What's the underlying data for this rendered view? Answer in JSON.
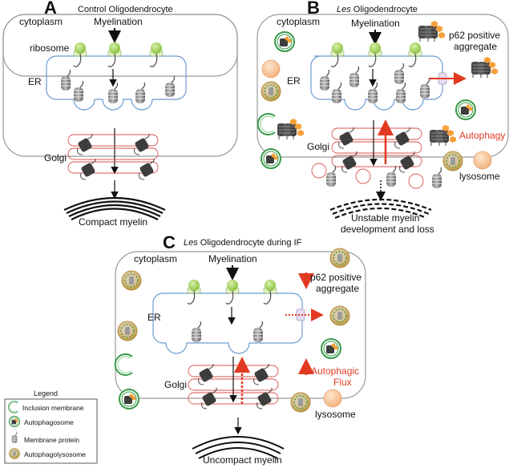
{
  "panels": {
    "A": {
      "letter": "A",
      "title": "Control Oligodendrocyte",
      "cytoplasm": "cytoplasm",
      "myelination": "Myelination",
      "ribosome": "ribosome",
      "er": "ER",
      "golgi": "Golgi",
      "myelin": "Compact myelin"
    },
    "B": {
      "letter": "B",
      "title_italic": "Les",
      "title_rest": " Oligodendrocyte",
      "cytoplasm": "cytoplasm",
      "myelination": "Myelination",
      "er": "ER",
      "golgi": "Golgi",
      "p62_line1": "p62 positive",
      "p62_line2": "aggregate",
      "autophagy": "Autophagy",
      "lysosome": "lysosome",
      "myelin_line1": "Unstable myelin",
      "myelin_line2": "development and loss"
    },
    "C": {
      "letter": "C",
      "title_italic": "Les",
      "title_rest": " Oligodendrocyte during IF",
      "cytoplasm": "cytoplasm",
      "myelination": "Myelination",
      "er": "ER",
      "golgi": "Golgi",
      "p62_line1": "p62 positive",
      "p62_line2": "aggregate",
      "flux_line1": "Autophagic",
      "flux_line2": "Flux",
      "lysosome": "lysosome",
      "myelin": "Uncompact myelin"
    }
  },
  "legend": {
    "title": "Legend",
    "items": [
      {
        "icon": "inclusion-membrane-icon",
        "label": "Inclusion membrane"
      },
      {
        "icon": "autophagosome-icon",
        "label": "Autophagosome"
      },
      {
        "icon": "membrane-protein-icon",
        "label": "Membrane protein"
      },
      {
        "icon": "autophagolysosome-icon",
        "label": "Autophagolysosome"
      }
    ]
  },
  "colors": {
    "accent_red": "#e23a22",
    "er_blue": "#6c9bd0",
    "golgi_red": "#d9534f",
    "ribosome_green": "#9fd05a",
    "membrane_green": "#3a9a4a",
    "p62_orange": "#f5a03a",
    "lysosome_peach": "#f8caa0"
  }
}
